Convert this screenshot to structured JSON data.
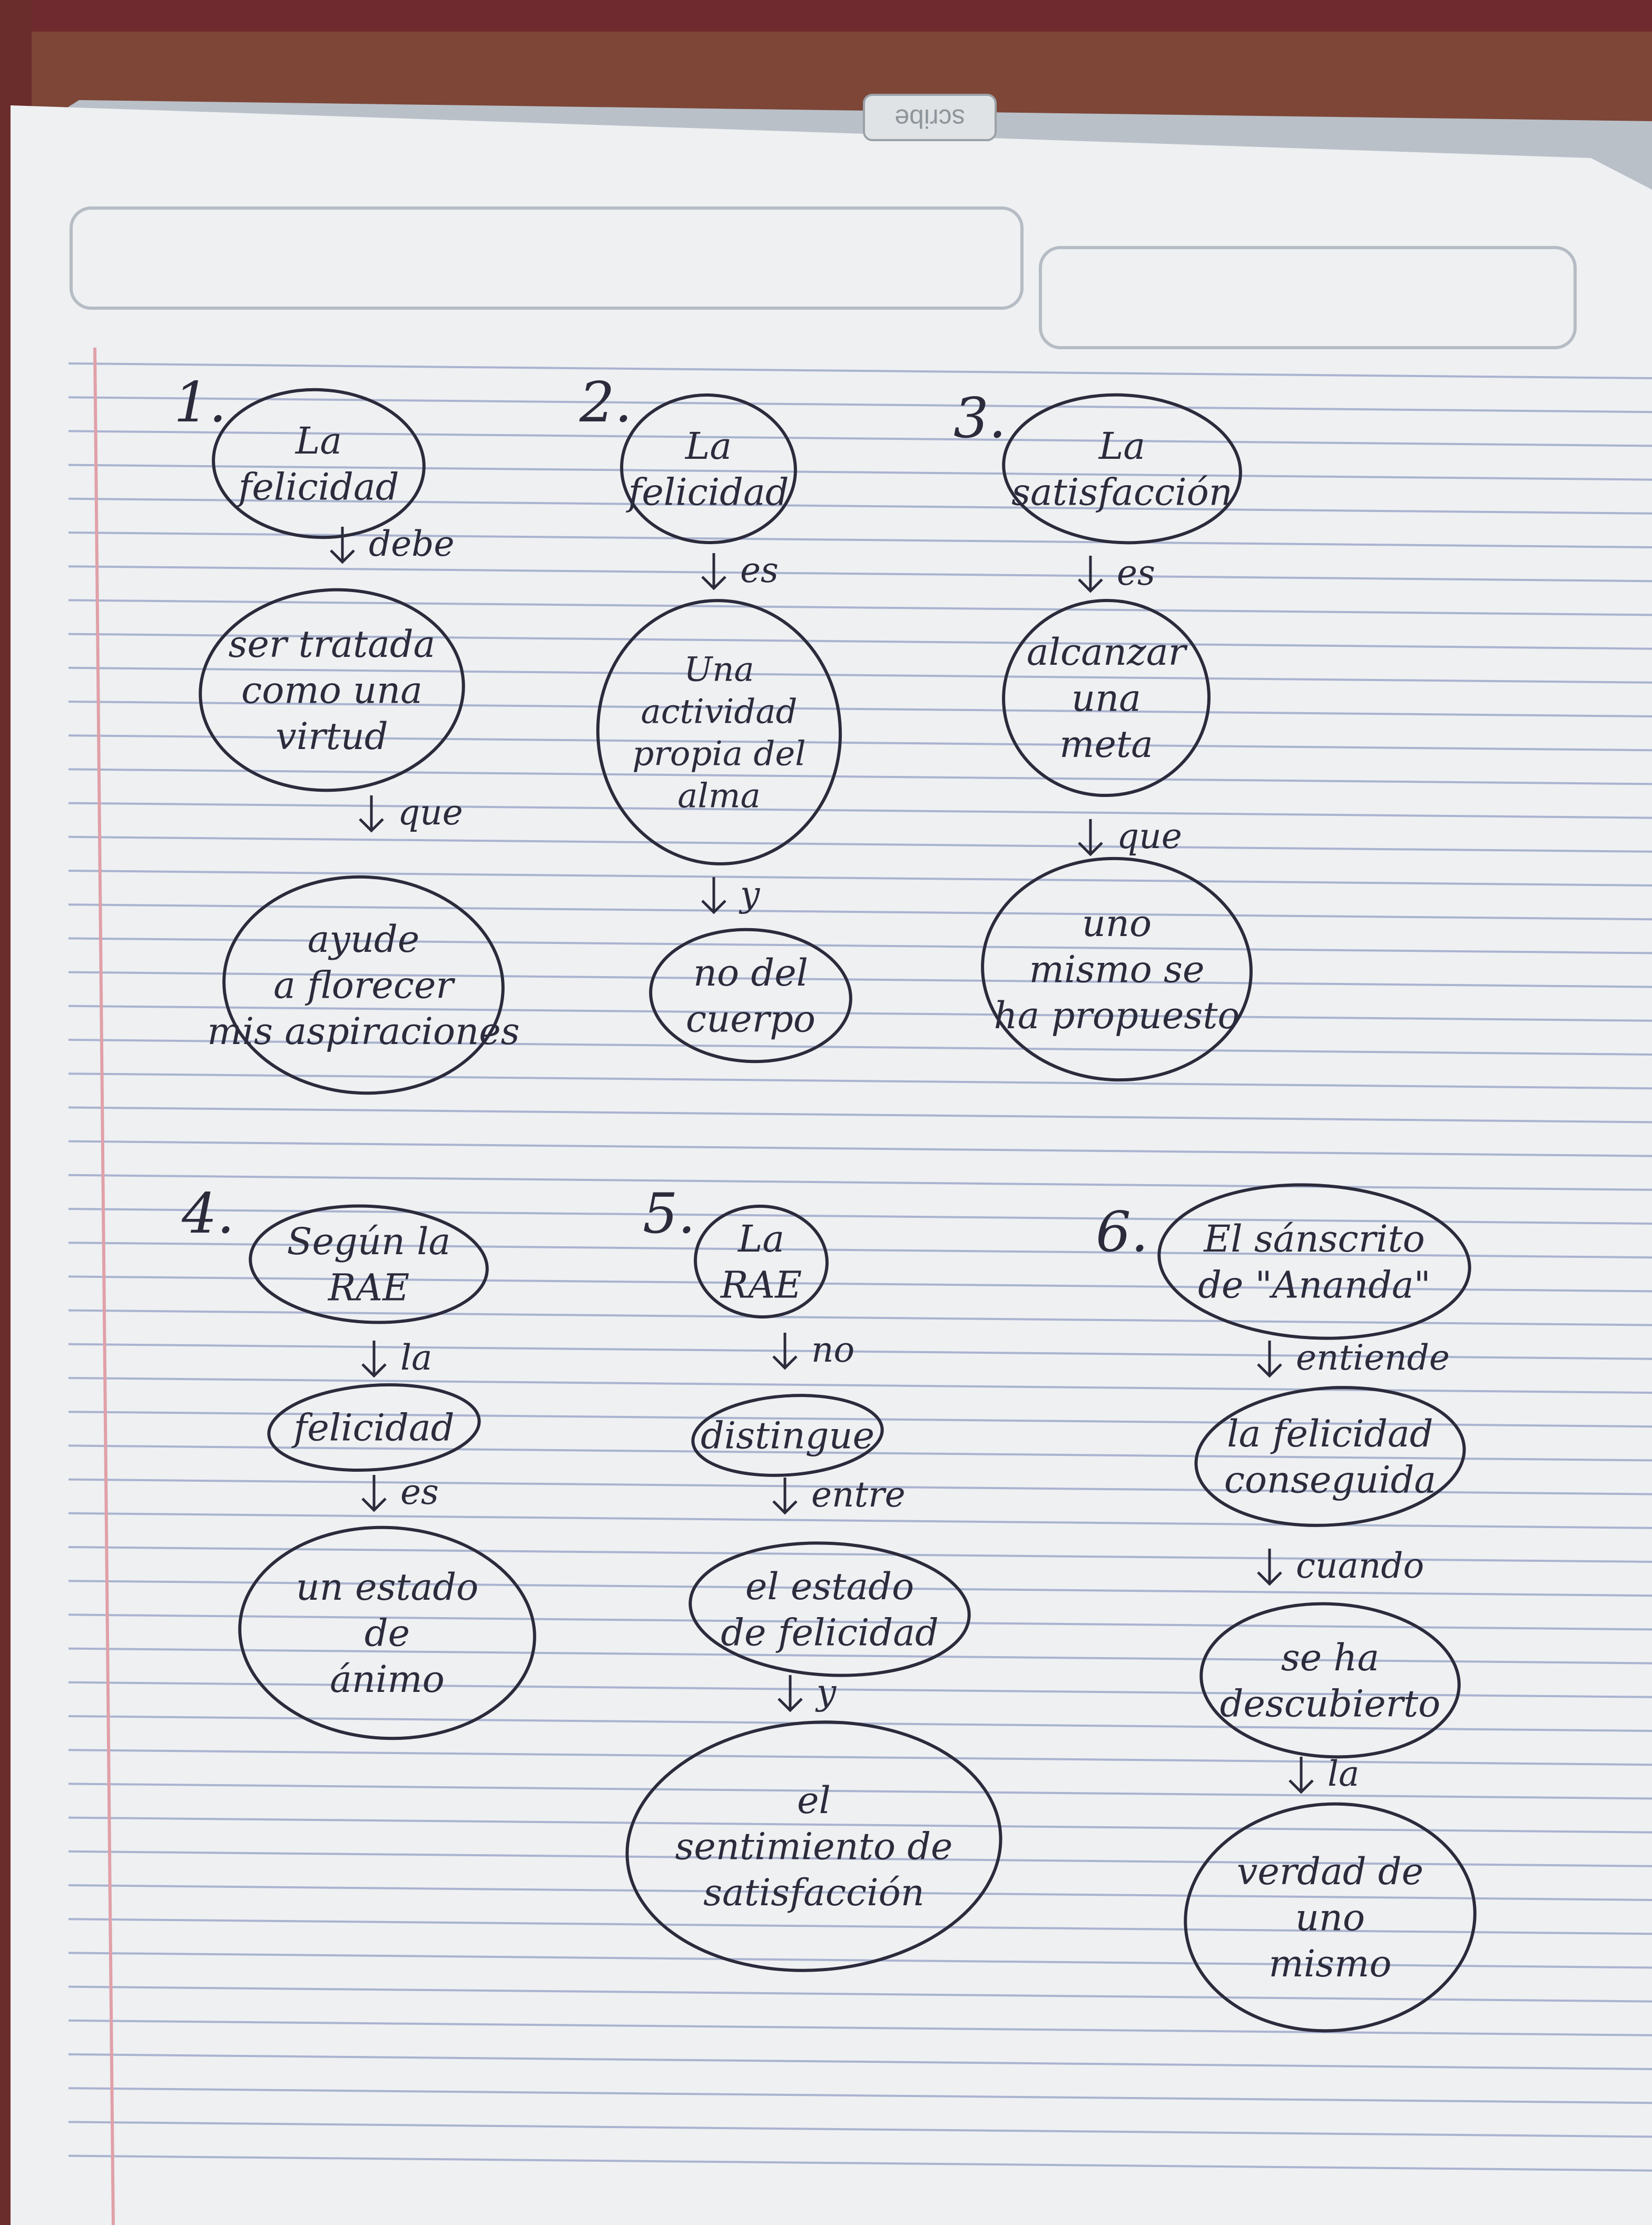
{
  "brand": {
    "text": "scribe"
  },
  "colors": {
    "ink": "#2b2b3c",
    "paper": "#eef0f2",
    "rule_line": "#aab3cf",
    "margin_line": "#e0a0a8",
    "background_fabric": "#6e2a2e"
  },
  "maps": [
    {
      "number": "1.",
      "nodes": [
        "La felicidad",
        "ser tratada como una virtud",
        "ayude a florecer mis aspiraciones"
      ],
      "connectors": [
        "debe",
        "que"
      ]
    },
    {
      "number": "2.",
      "nodes": [
        "La felicidad",
        "Una actividad propia del alma",
        "no del cuerpo"
      ],
      "connectors": [
        "es",
        "y"
      ]
    },
    {
      "number": "3.",
      "nodes": [
        "La satisfacción",
        "alcanzar una meta",
        "uno mismo se ha propuesto"
      ],
      "connectors": [
        "es",
        "que"
      ]
    },
    {
      "number": "4.",
      "nodes": [
        "Según la RAE",
        "felicidad",
        "un estado de ánimo"
      ],
      "connectors": [
        "la",
        "es"
      ]
    },
    {
      "number": "5.",
      "nodes": [
        "La RAE",
        "distingue",
        "el estado de felicidad",
        "el sentimiento de satisfacción"
      ],
      "connectors": [
        "no",
        "entre",
        "y"
      ]
    },
    {
      "number": "6.",
      "nodes": [
        "El sánscrito de \"Ananda\"",
        "la felicidad conseguida",
        "se ha descubierto",
        "verdad de uno mismo"
      ],
      "connectors": [
        "entiende",
        "cuando",
        "la"
      ]
    }
  ]
}
